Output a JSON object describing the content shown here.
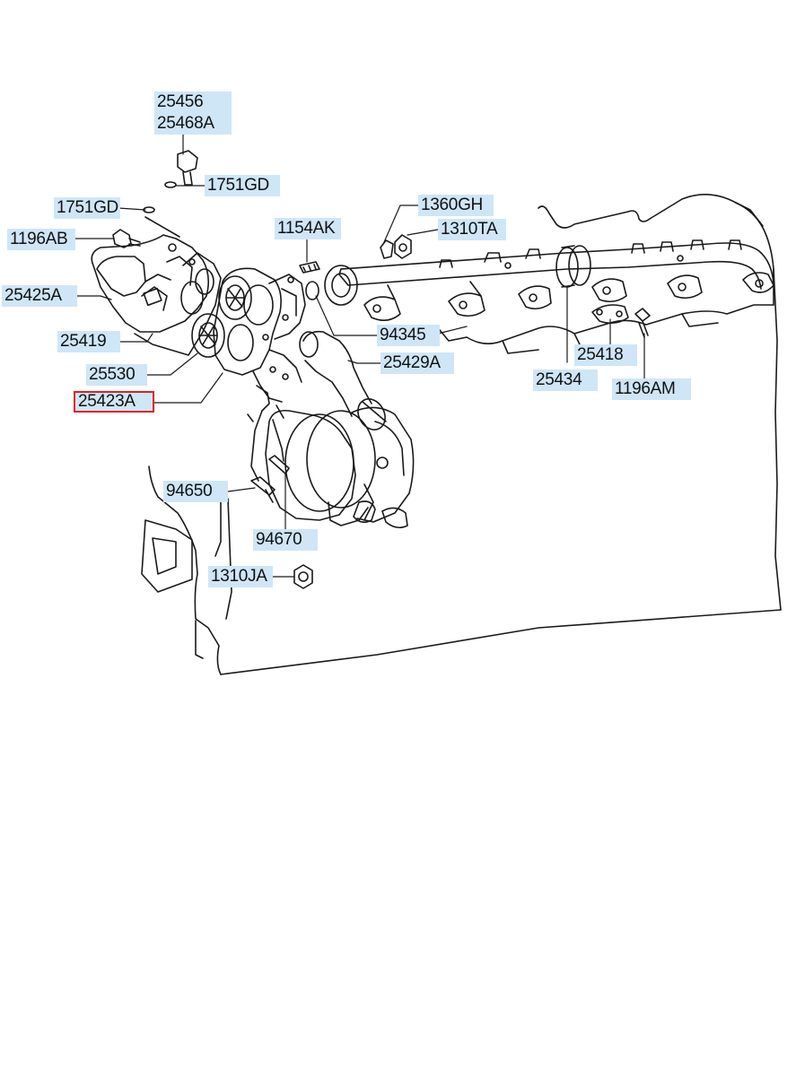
{
  "diagram": {
    "labels": {
      "p25456": "25456",
      "p25468A": "25468A",
      "p1751GD_right": "1751GD",
      "p1751GD_left": "1751GD",
      "p1196AB": "1196AB",
      "p25425A": "25425A",
      "p25419": "25419",
      "p25530": "25530",
      "p25423A": "25423A",
      "p1154AK": "1154AK",
      "p1360GH": "1360GH",
      "p1310TA": "1310TA",
      "p94345": "94345",
      "p25429A": "25429A",
      "p25418": "25418",
      "p25434": "25434",
      "p1196AM": "1196AM",
      "p94650": "94650",
      "p94670": "94670",
      "p1310JA": "1310JA"
    },
    "highlighted_part": "25423A",
    "colors": {
      "label_background": "#cfe6f7",
      "highlight_border": "#e02020",
      "line_color": "#1a1a1a"
    }
  }
}
